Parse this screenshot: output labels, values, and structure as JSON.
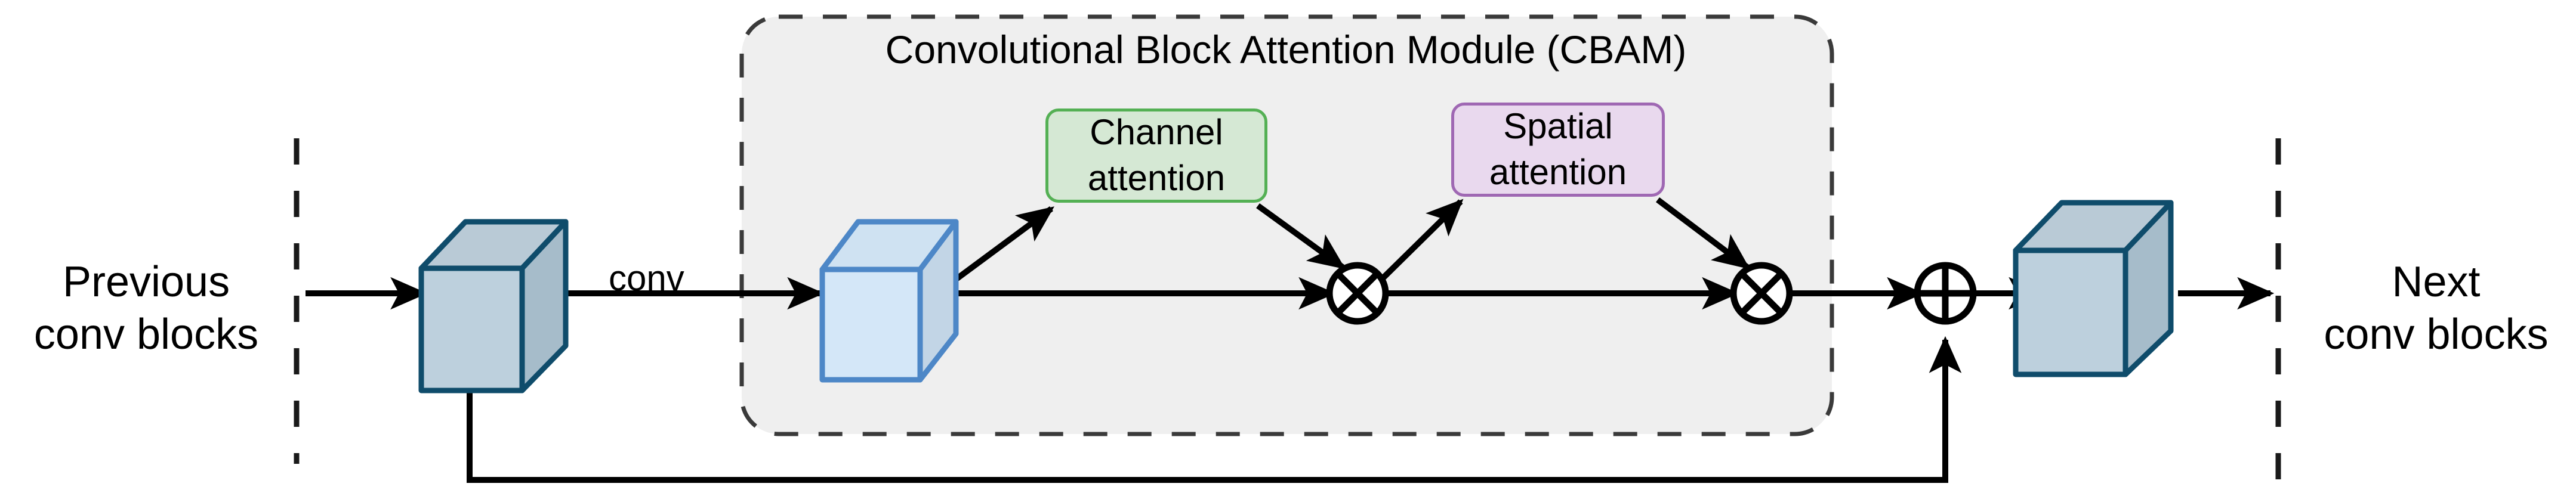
{
  "diagram": {
    "title": "Convolutional Block Attention Module (CBAM)",
    "labels": {
      "previous_conv_blocks": "Previous\nconv blocks",
      "next_conv_blocks": "Next\nconv blocks",
      "conv": "conv"
    },
    "blocks": [
      {
        "name": "channel-attention",
        "label": "Channel\nattention",
        "fill": "#d5e8d4",
        "stroke": "#54b054"
      },
      {
        "name": "spatial-attention",
        "label": "Spatial\nattention",
        "fill": "#e9d9ee",
        "stroke": "#9f68b3"
      }
    ],
    "tensors": [
      {
        "name": "input-feature-cube",
        "front": "#bdd0dd",
        "top": "#b9cad6",
        "side": "#a6bcca",
        "stroke": "#0f4c6b"
      },
      {
        "name": "conv-feature-cube",
        "front": "#d4e7f8",
        "top": "#cfe2f2",
        "side": "#c2d5e6",
        "stroke": "#4d87c7"
      },
      {
        "name": "output-feature-cube",
        "front": "#bdd0dd",
        "top": "#b9cad6",
        "side": "#a6bcca",
        "stroke": "#0f4c6b"
      }
    ],
    "operators": [
      {
        "name": "channel-multiply",
        "symbol": "multiply"
      },
      {
        "name": "spatial-multiply",
        "symbol": "multiply"
      },
      {
        "name": "residual-add",
        "symbol": "add"
      }
    ],
    "colors": {
      "module_background": "#efefef",
      "module_border": "#3a3a3a",
      "arrow": "#000000",
      "boundary_dash": "#1a1a1a"
    }
  }
}
